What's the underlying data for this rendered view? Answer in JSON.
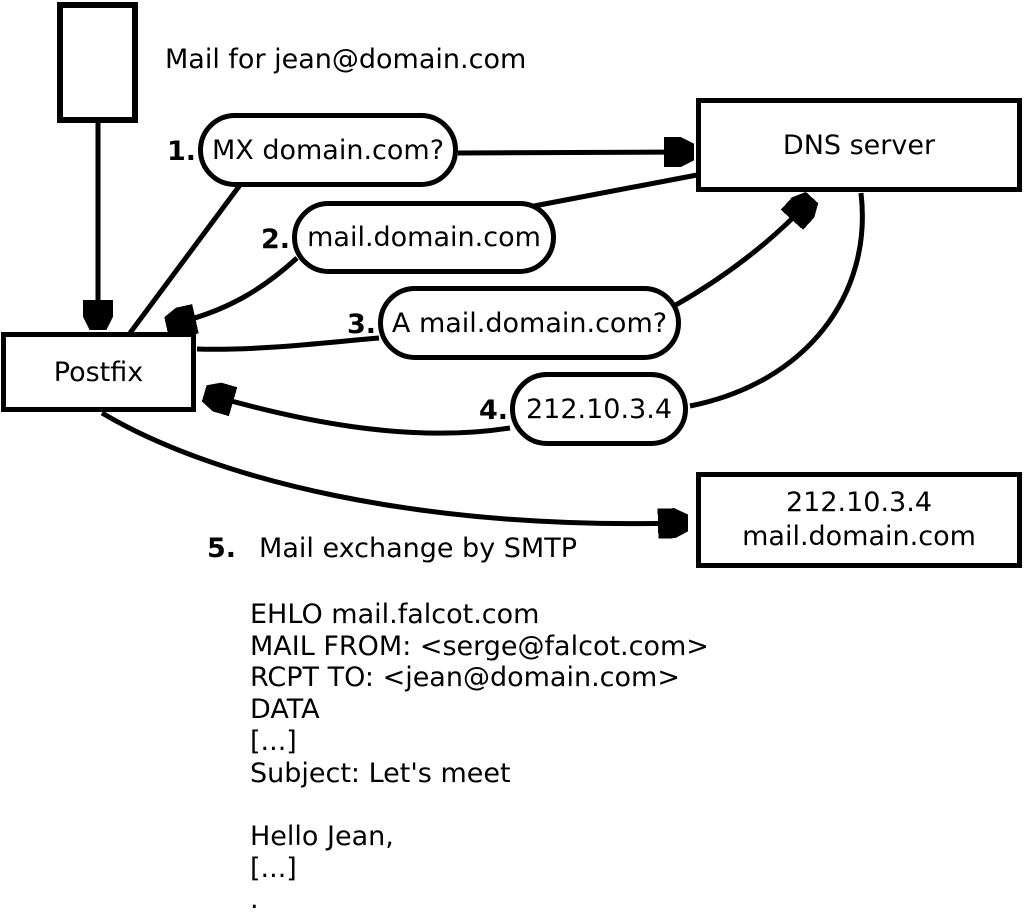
{
  "labels": {
    "mail_caption": "Mail for jean@domain.com",
    "postfix": "Postfix",
    "dns_server": "DNS server",
    "dest_line1": "212.10.3.4",
    "dest_line2": "mail.domain.com"
  },
  "steps": [
    {
      "num": "1.",
      "text": "MX domain.com?"
    },
    {
      "num": "2.",
      "text": "mail.domain.com"
    },
    {
      "num": "3.",
      "text": "A mail.domain.com?"
    },
    {
      "num": "4.",
      "text": "212.10.3.4"
    },
    {
      "num": "5.",
      "text": "Mail exchange by SMTP"
    }
  ],
  "smtp_session": [
    "EHLO mail.falcot.com",
    "MAIL FROM: <serge@falcot.com>",
    "RCPT TO: <jean@domain.com>",
    "DATA",
    "[...]",
    "Subject: Let's meet",
    "",
    "Hello Jean,",
    "[...]",
    "."
  ],
  "colors": {
    "ink": "#000000",
    "background": "#ffffff"
  }
}
